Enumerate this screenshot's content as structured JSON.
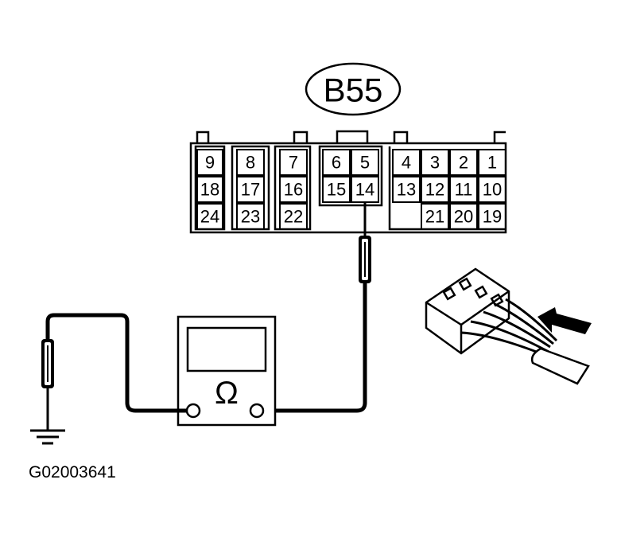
{
  "connector": {
    "label": "B55",
    "pins": [
      "1",
      "2",
      "3",
      "4",
      "5",
      "6",
      "7",
      "8",
      "9",
      "10",
      "11",
      "12",
      "13",
      "14",
      "15",
      "16",
      "17",
      "18",
      "19",
      "20",
      "21",
      "22",
      "23",
      "24"
    ]
  },
  "meter": {
    "symbol": "Ω"
  },
  "figure_code": "G02003641",
  "icons": [
    "ground-symbol-icon",
    "ohmmeter-icon",
    "probe-icon",
    "rear-view-connector-icon",
    "arrow-icon"
  ]
}
